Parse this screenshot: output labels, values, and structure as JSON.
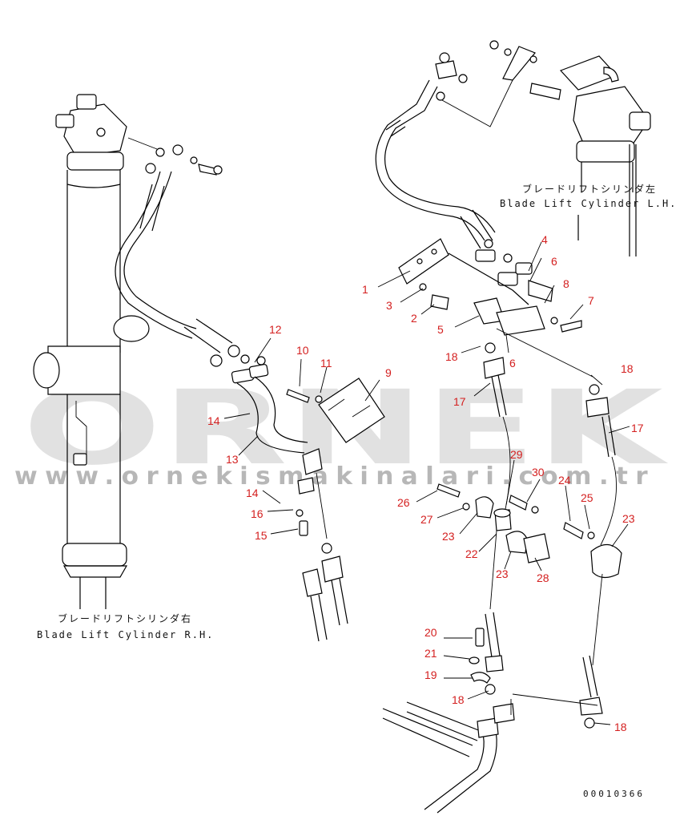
{
  "watermark": {
    "brand": "ORNEK",
    "url": "www.orneki̇smakinalari.com.tr"
  },
  "captions": {
    "left_jp": "ブレードリフトシリンダ右",
    "left_en": "Blade Lift Cylinder R.H.",
    "right_jp": "ブレードリフトシリンダ左",
    "right_en": "Blade Lift Cylinder L.H."
  },
  "drawing_number": "00010366",
  "colors": {
    "callout": "#d42020",
    "line": "#000000",
    "watermark": "#c9c9c9"
  },
  "callouts": {
    "c1": "1",
    "c2": "2",
    "c3": "3",
    "c4": "4",
    "c5": "5",
    "c6a": "6",
    "c6b": "6",
    "c7": "7",
    "c8": "8",
    "c9": "9",
    "c10": "10",
    "c11": "11",
    "c12": "12",
    "c13": "13",
    "c14a": "14",
    "c14b": "14",
    "c15": "15",
    "c16": "16",
    "c17a": "17",
    "c17b": "17",
    "c18a": "18",
    "c18b": "18",
    "c18c": "18",
    "c18d": "18",
    "c19": "19",
    "c20": "20",
    "c21": "21",
    "c22": "22",
    "c23a": "23",
    "c23b": "23",
    "c23c": "23",
    "c24": "24",
    "c25": "25",
    "c26": "26",
    "c27": "27",
    "c28": "28",
    "c29": "29",
    "c30": "30"
  }
}
